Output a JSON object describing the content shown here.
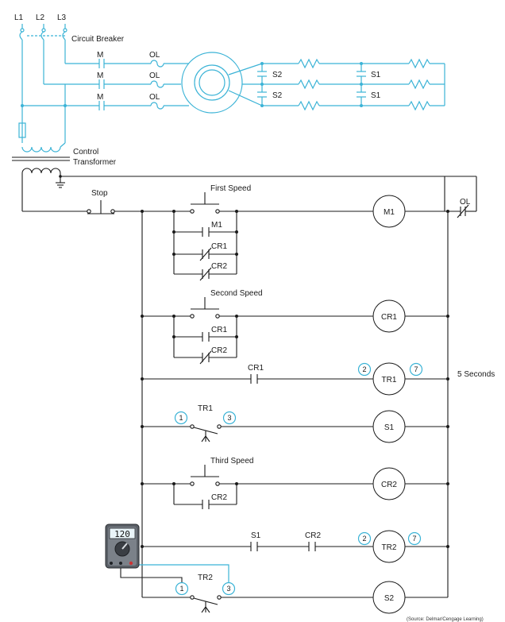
{
  "power": {
    "lines": [
      "L1",
      "L2",
      "L3"
    ],
    "breaker_label": "Circuit Breaker",
    "contact_labels": [
      "M",
      "M",
      "M"
    ],
    "overload_labels": [
      "OL",
      "OL",
      "OL"
    ],
    "s2_labels": [
      "S2",
      "S2"
    ],
    "s1_labels": [
      "S1",
      "S1"
    ]
  },
  "transformer": {
    "line1": "Control",
    "line2": "Transformer"
  },
  "control": {
    "stop": "Stop",
    "first_speed": "First Speed",
    "second_speed": "Second Speed",
    "third_speed": "Third Speed",
    "m1_contact": "M1",
    "cr1_contact_a": "CR1",
    "cr2_contact_a": "CR2",
    "cr1_contact_b": "CR1",
    "cr2_contact_b": "CR2",
    "cr1_contact_c": "CR1",
    "tr1_contact": "TR1",
    "cr2_contact_c": "CR2",
    "s1_contact": "S1",
    "cr2_contact_d": "CR2",
    "tr2_contact": "TR2",
    "ol_contact": "OL",
    "timer_note": "5 Seconds"
  },
  "coils": [
    "M1",
    "CR1",
    "TR1",
    "S1",
    "CR2",
    "TR2",
    "S2"
  ],
  "test_points": {
    "tr1_coil_left": "2",
    "tr1_coil_right": "7",
    "tr1_contact_left": "1",
    "tr1_contact_right": "3",
    "tr2_coil_left": "2",
    "tr2_coil_right": "7",
    "tr2_contact_left": "1",
    "tr2_contact_right": "3"
  },
  "meter": {
    "reading": "120"
  },
  "source": "(Source: Delmar/Cengage Learning)"
}
